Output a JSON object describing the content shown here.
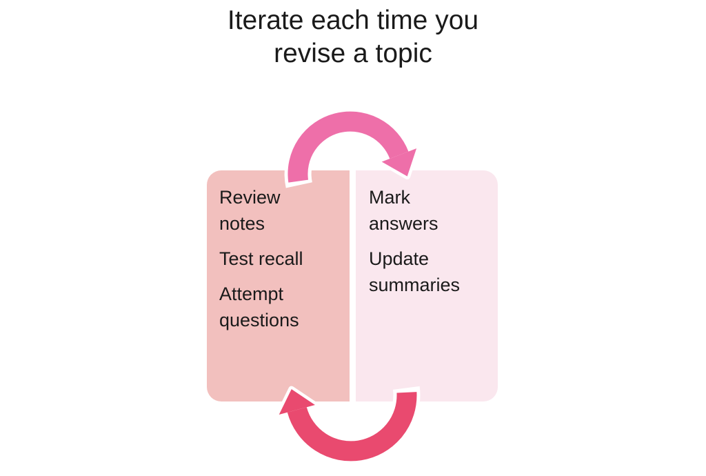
{
  "slide": {
    "title_line1": "Iterate each time you",
    "title_line2": "revise a topic",
    "background_color": "#ffffff",
    "text_color": "#1a1a1a"
  },
  "cycle": {
    "left_box": {
      "bg_color": "#f2c0be",
      "items": [
        "Review notes",
        "Test recall",
        "Attempt questions"
      ]
    },
    "right_box": {
      "bg_color": "#fae7ee",
      "items": [
        "Mark answers",
        "Update summaries"
      ]
    },
    "top_arrow": {
      "color": "#ee6fa9",
      "outline_color": "#ffffff",
      "direction": "left-to-right"
    },
    "bottom_arrow": {
      "color": "#e94a6f",
      "outline_color": "#ffffff",
      "direction": "right-to-left"
    }
  }
}
